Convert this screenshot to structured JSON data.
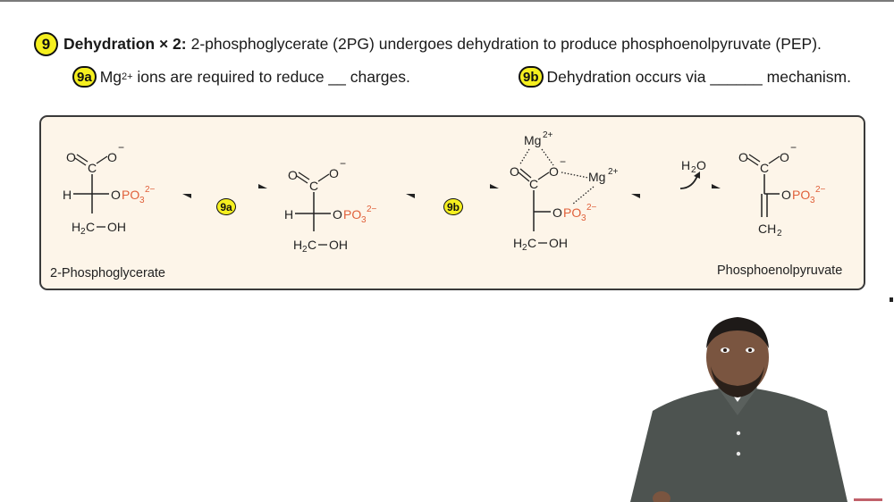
{
  "header": {
    "step_badge": "9",
    "title_bold": "Dehydration × 2:",
    "title_text": "2-phosphoglycerate (2PG) undergoes dehydration to produce phosphoenolpyruvate (PEP)."
  },
  "questions": [
    {
      "badge": "9a",
      "pre": "Mg",
      "sup": "2+",
      "text": " ions are required to reduce __ charges."
    },
    {
      "badge": "9b",
      "text": "Dehydration occurs via ______ mechanism."
    }
  ],
  "reaction": {
    "start_label": "2-Phosphoglycerate",
    "end_label": "Phosphoenolpyruvate",
    "arrow1_badge": "9a",
    "arrow2_badge": "9b",
    "arrow3_label": "H2O",
    "phosphate_color": "#e0603a",
    "badge_color": "#f5ef1f",
    "box_bg": "#fdf5e9"
  },
  "instructor": {
    "shirt_color": "#4d5350",
    "description": "instructor video overlay"
  }
}
